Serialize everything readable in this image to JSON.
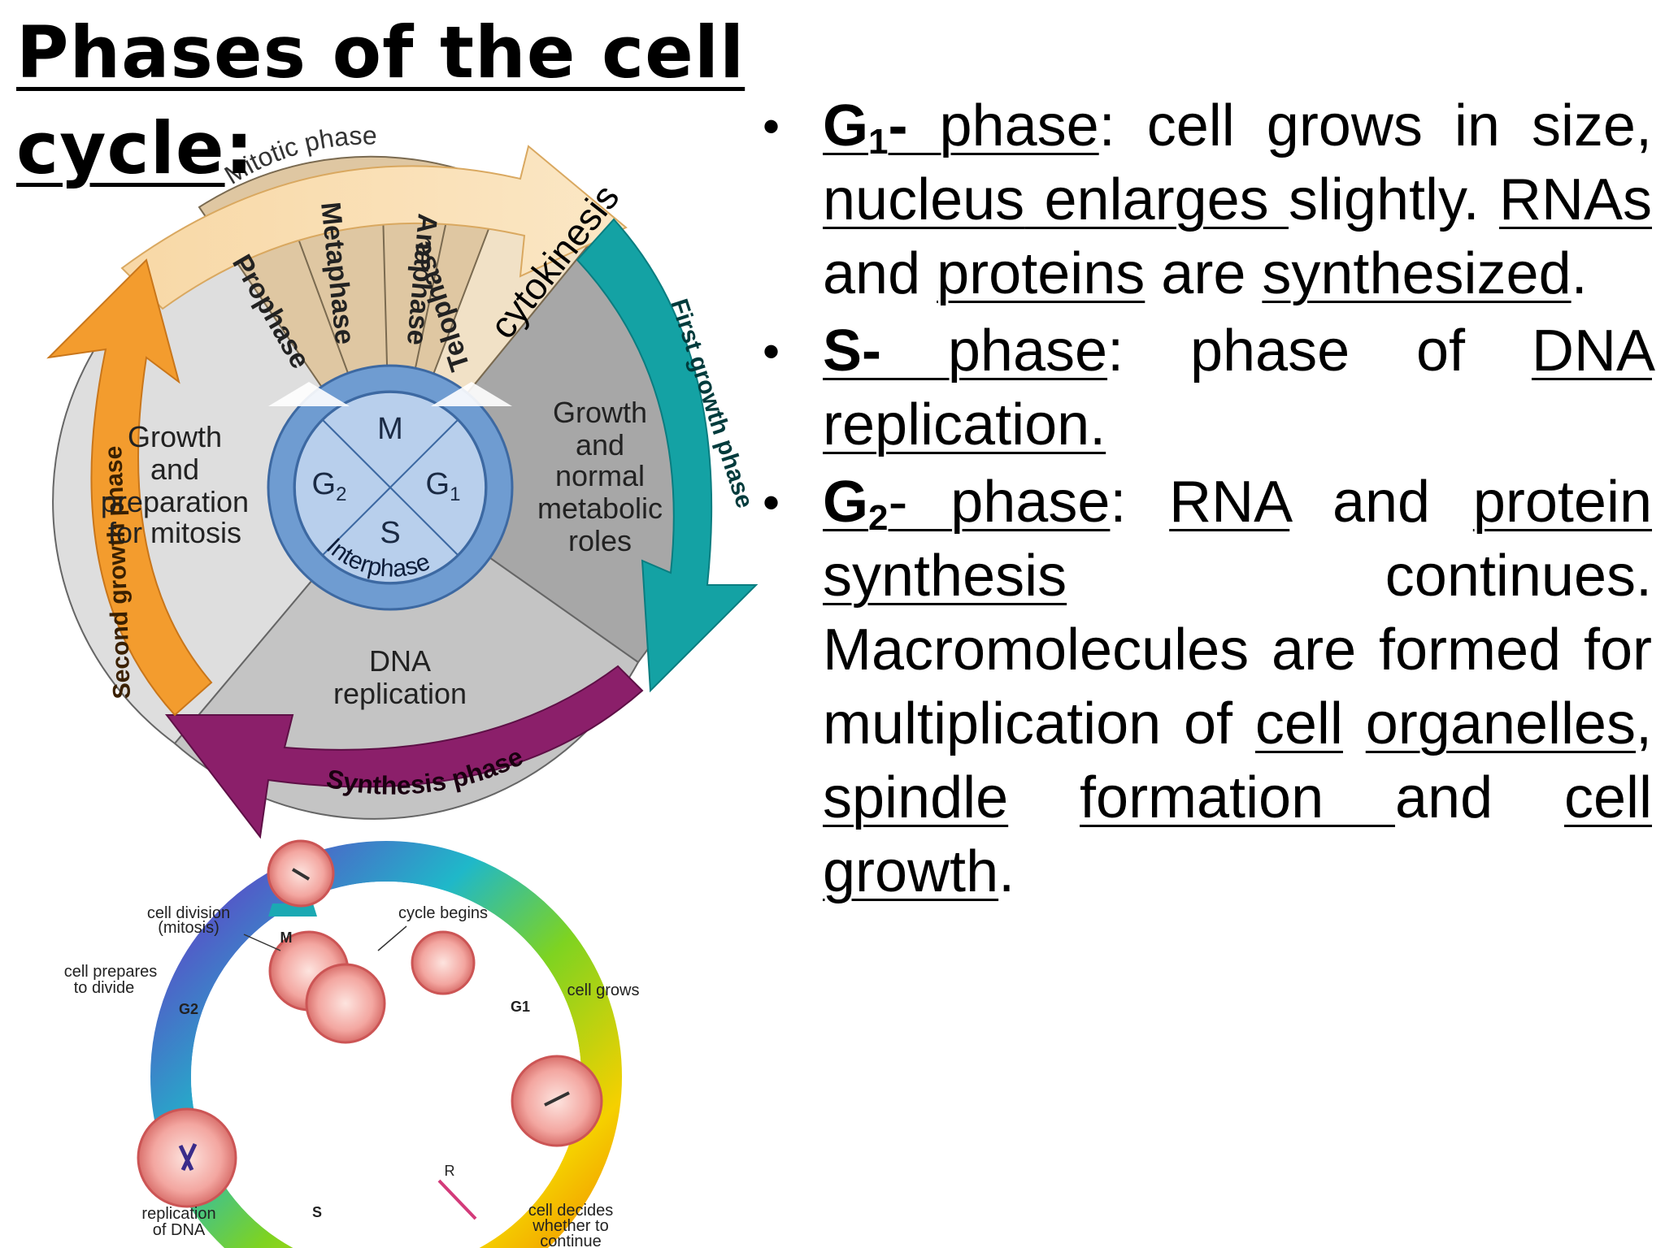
{
  "title": {
    "line1": "Phases of the cell",
    "line2": "cycle",
    "colon": ":"
  },
  "wheel": {
    "mitotic_phase": "Mitotic phase",
    "prophase": "Prophase",
    "metaphase": "Metaphase",
    "anaphase": "Anaphase",
    "telophase": "Telophase",
    "cytokinesis": "cytokinesis",
    "first_growth_phase": "First growth phase",
    "synthesis_phase": "Synthesis phase",
    "second_growth_phase": "Second growth phase",
    "g1_desc": [
      "Growth",
      "and",
      "normal",
      "metabolic",
      "roles"
    ],
    "s_desc": [
      "DNA",
      "replication"
    ],
    "g2_desc": [
      "Growth",
      "and",
      "preparation",
      "for mitosis"
    ],
    "hub": {
      "m": "M",
      "g1": "G",
      "g1_sub": "1",
      "g2": "G",
      "g2_sub": "2",
      "s": "S",
      "interphase": "Interphase"
    }
  },
  "ring": {
    "cell_division": [
      "cell division",
      "(mitosis)"
    ],
    "cycle_begins": "cycle begins",
    "cell_prepares": [
      "cell prepares",
      "to divide"
    ],
    "cell_grows": "cell grows",
    "replication_of_dna": [
      "replication",
      "of DNA"
    ],
    "cell_decides": [
      "cell decides",
      "whether to",
      "continue"
    ],
    "m": "M",
    "g1": "G1",
    "g2": "G2",
    "s": "S",
    "r": "R"
  },
  "bullets": {
    "b1": {
      "g": "G",
      "sub": "1",
      "dash": "-",
      "phase": " phase",
      "colon": ": cell grows in size,",
      "nucleus": "nucleus",
      "enlarges": " enlarges ",
      "slightly": "slightly.",
      "rnas": "RNAs",
      "and": " and ",
      "proteins": "proteins",
      "are": " are",
      "synthesized": "synthesized",
      "period": "."
    },
    "b2": {
      "s": "S-",
      "phase": " phase",
      "colon": ": phase of",
      "dna": "DNA",
      "replication": "replication."
    },
    "b3": {
      "g": "G",
      "sub": "2",
      "dash": "- phase",
      "colon": ":",
      "rna": "RNA",
      "and": " and ",
      "protein": "protein",
      "synthesis": "synthesis",
      "continues": " continues.",
      "macro": " Macromolecules are formed for multiplication of ",
      "cell": "cell",
      "organelles": "organelles",
      "comma": ",",
      "spindle": "spindle",
      "formation": "formation ",
      "and2": "and ",
      "cell_growth": "cell growth",
      "period": "."
    }
  },
  "colors": {
    "mitotic": "#ead1aa",
    "first_growth": "#16a3a6",
    "synthesis": "#8a1f68",
    "second_growth": "#f3a33a",
    "hub": "#6e9bd0",
    "g1_wedge": "#a6a6a6",
    "s_wedge": "#c3c3c3",
    "g2_wedge": "#dcdcdc"
  }
}
